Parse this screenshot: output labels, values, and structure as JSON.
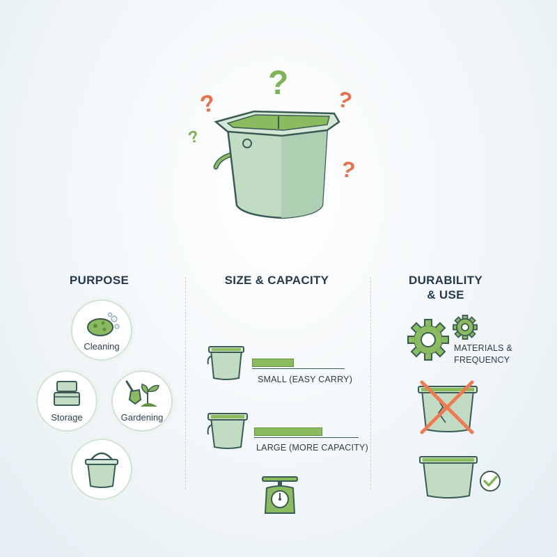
{
  "colors": {
    "bucket_fill": "#c2dcc4",
    "bucket_stroke": "#3a5a55",
    "accent_green": "#8abb5e",
    "question_orange": "#e8704a",
    "question_green": "#7fb356",
    "cross_orange": "#ef7a52",
    "divider": "#c4d0d8"
  },
  "hero": {
    "icons": [
      "bucket-icon",
      "question-mark-icon"
    ]
  },
  "purpose": {
    "title": "PURPOSE",
    "items": [
      {
        "label": "Cleaning",
        "icon": "sponge-icon"
      },
      {
        "label": "Storage",
        "icon": "stacked-containers-icon"
      },
      {
        "label": "Gardening",
        "icon": "trowel-sprout-icon"
      },
      {
        "label": "",
        "icon": "bucket-with-handle-icon"
      }
    ]
  },
  "size": {
    "title": "SIZE & CAPACITY",
    "options": [
      {
        "label": "SMALL (EASY CARRY)",
        "icon": "small-bucket-icon",
        "fill": 0.45
      },
      {
        "label": "LARGE (MORE CAPACITY)",
        "icon": "large-bucket-icon",
        "fill": 0.65
      }
    ],
    "scale_icon": "weighing-scale-icon"
  },
  "durability": {
    "title_line1": "DURABILITY",
    "title_line2": "& USE",
    "materials_line1": "MATERIALS &",
    "materials_line2": "FREQUENCY",
    "icons": [
      "gears-icon",
      "cracked-bucket-cross-icon",
      "sturdy-bucket-icon",
      "checkmark-icon"
    ]
  }
}
